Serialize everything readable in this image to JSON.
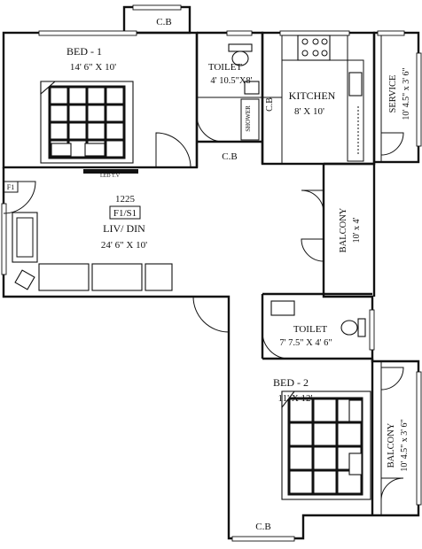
{
  "rooms": {
    "bed1": {
      "name": "BED - 1",
      "size": "14' 6\" X 10'"
    },
    "toilet1": {
      "name": "TOILET",
      "size": "4' 10.5\"X8'"
    },
    "shower": {
      "name": "SHOWER"
    },
    "kitchen": {
      "name": "KITCHEN",
      "size": "8' X 10'"
    },
    "service": {
      "name": "SERVICE",
      "size": "10' 4.5\" x 3' 6\""
    },
    "living": {
      "area": "1225",
      "unit": "F1/S1",
      "name": "LIV/ DIN",
      "size": "24' 6\" X 10'"
    },
    "balcony1": {
      "name": "BALCONY",
      "size": "10' x 4'"
    },
    "toilet2": {
      "name": "TOILET",
      "size": "7' 7.5\" X 4' 6\""
    },
    "bed2": {
      "name": "BED - 2",
      "size": "11' X 12'"
    },
    "balcony2": {
      "name": "BALCONY",
      "size": "10' 4.5\" x 3' 6\""
    }
  },
  "labels": {
    "cb_top": "C.B",
    "cb_kitchen": "C.B",
    "cb_toilet": "C.B",
    "cb_bottom": "C.B",
    "led_tv": "LED T.V",
    "f1": "F1"
  }
}
